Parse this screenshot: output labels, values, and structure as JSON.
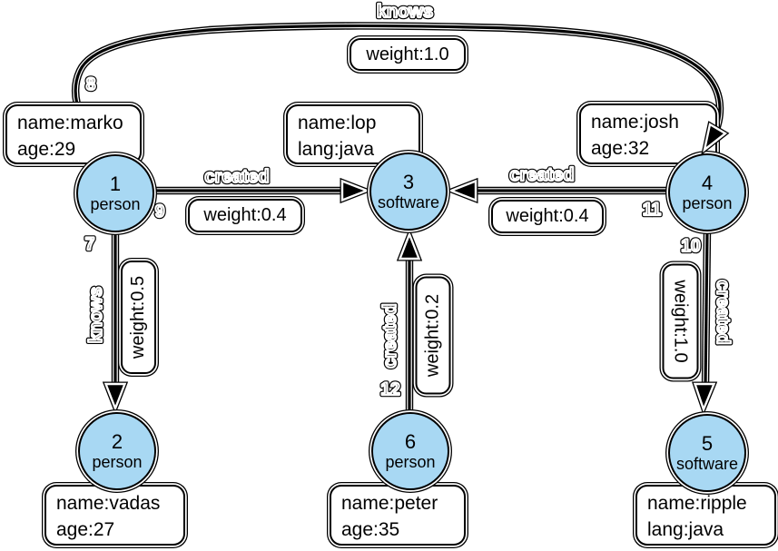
{
  "graph": {
    "node_fill": "#a8d8f3",
    "edge_color": "#000000",
    "background": "#ffffff",
    "nodes": [
      {
        "id": "1",
        "type": "person",
        "prop1": "name:marko",
        "prop2": "age:29"
      },
      {
        "id": "2",
        "type": "person",
        "prop1": "name:vadas",
        "prop2": "age:27"
      },
      {
        "id": "3",
        "type": "software",
        "prop1": "name:lop",
        "prop2": "lang:java"
      },
      {
        "id": "4",
        "type": "person",
        "prop1": "name:josh",
        "prop2": "age:32"
      },
      {
        "id": "5",
        "type": "software",
        "prop1": "name:ripple",
        "prop2": "lang:java"
      },
      {
        "id": "6",
        "type": "person",
        "prop1": "name:peter",
        "prop2": "age:35"
      }
    ],
    "edges": [
      {
        "id": "8",
        "label": "knows",
        "weight": "weight:1.0",
        "from": "1",
        "to": "4"
      },
      {
        "id": "9",
        "label": "created",
        "weight": "weight:0.4",
        "from": "1",
        "to": "3"
      },
      {
        "id": "11",
        "label": "created",
        "weight": "weight:0.4",
        "from": "4",
        "to": "3"
      },
      {
        "id": "7",
        "label": "knows",
        "weight": "weight:0.5",
        "from": "1",
        "to": "2"
      },
      {
        "id": "12",
        "label": "created",
        "weight": "weight:0.2",
        "from": "6",
        "to": "3"
      },
      {
        "id": "10",
        "label": "created",
        "weight": "weight:1.0",
        "from": "4",
        "to": "5"
      }
    ]
  }
}
